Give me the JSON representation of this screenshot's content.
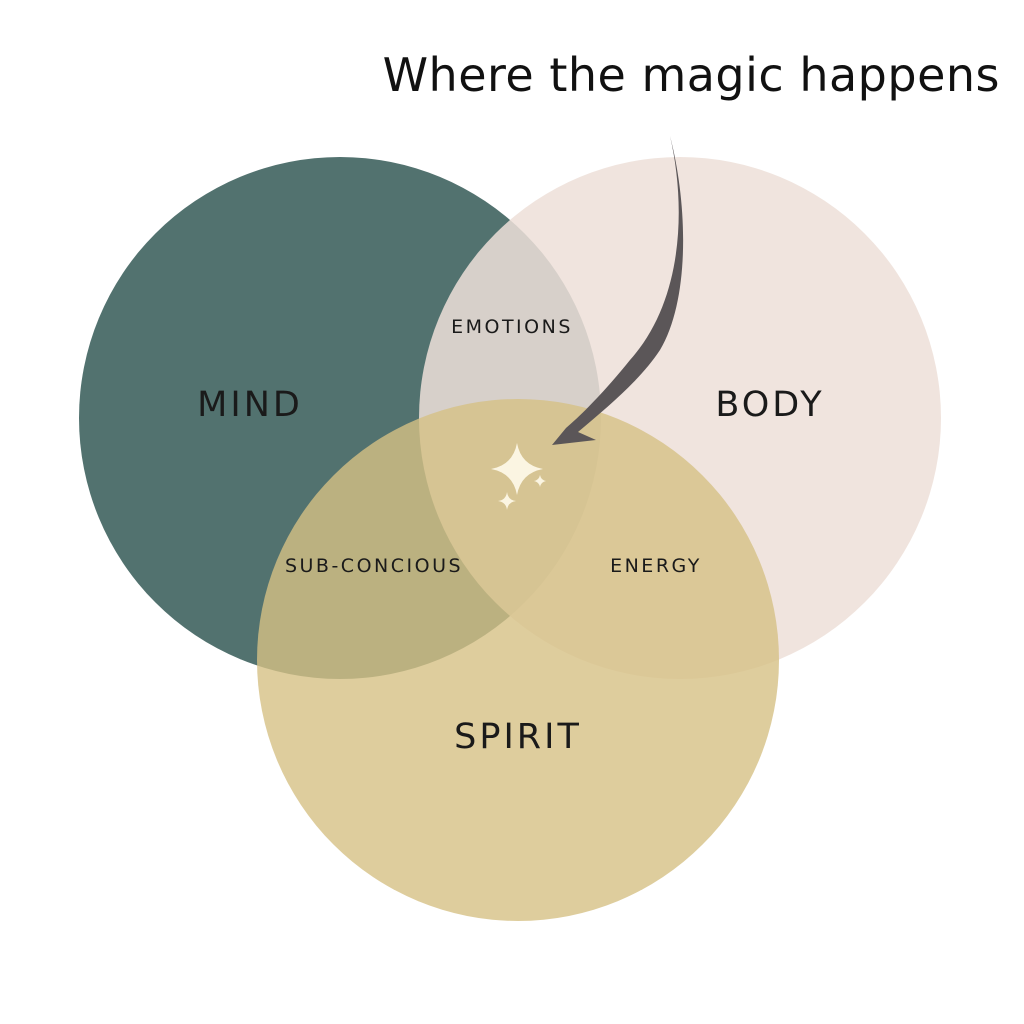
{
  "headline": "Where the magic happens",
  "circles": {
    "mind": {
      "label": "MIND",
      "color": "#52726F"
    },
    "body": {
      "label": "BODY",
      "color": "#EEDFD9"
    },
    "spirit": {
      "label": "SPIRIT",
      "color": "#D6C185"
    }
  },
  "overlaps": {
    "mind_body": "EMOTIONS",
    "mind_spirit": "SUB-CONCIOUS",
    "body_spirit": "ENERGY"
  },
  "accent": {
    "arrow_color": "#5B5658",
    "sparkle_color": "#FBF5E2"
  }
}
